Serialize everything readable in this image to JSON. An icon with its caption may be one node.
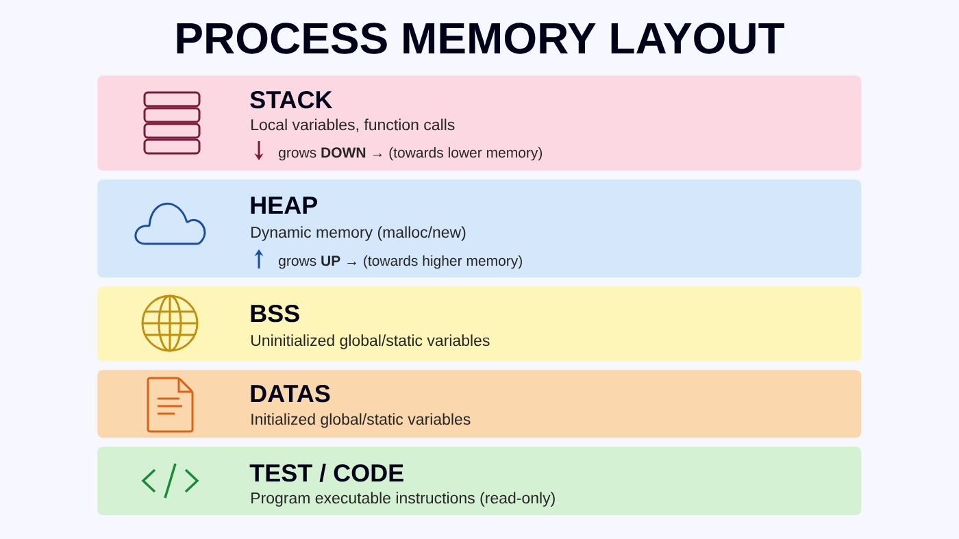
{
  "diagram": {
    "title": "PROCESS MEMORY LAYOUT",
    "nodes": [
      {
        "text": [
          "STACK",
          "Local variables, function calls",
          "grows **DOWN** → (towards lower memory)"
        ]
      },
      {
        "text": [
          "HEAP",
          "Dynamic memory (malloc/new)",
          "grows **UP** → (towards higher memory)"
        ]
      },
      {
        "text": [
          "BSS",
          "Uninitialized global/static variables"
        ]
      },
      {
        "text": [
          "DATAS",
          "Initialized global/static variables"
        ]
      },
      {
        "text": [
          "TEST / CODE",
          "Program executable instructions (read-only)"
        ]
      }
    ]
  }
}
